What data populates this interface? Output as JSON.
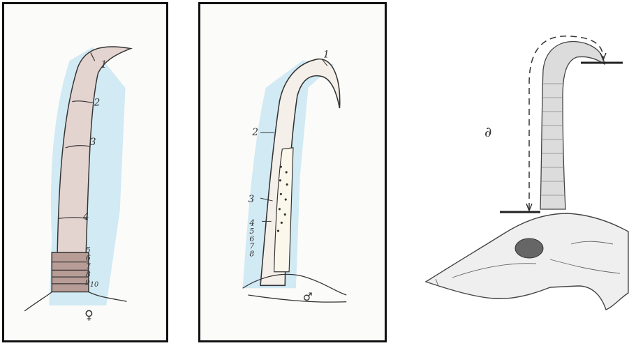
{
  "colors": {
    "frame": "#111111",
    "halo": "#bfe3f2",
    "horn": "#e4d4cf",
    "horn_base": "#b89d97",
    "core": "#fbf7ea",
    "pencil": "#333333"
  },
  "panel_1": {
    "labels": [
      "1",
      "2",
      "3",
      "4",
      "5",
      "6",
      "7",
      "8",
      "9",
      "10"
    ],
    "symbol": "♀"
  },
  "panel_2": {
    "labels": [
      "1",
      "2",
      "3",
      "4",
      "5",
      "6",
      "7",
      "8"
    ],
    "symbol": "♂"
  },
  "panel_3": {
    "label": "∂"
  }
}
